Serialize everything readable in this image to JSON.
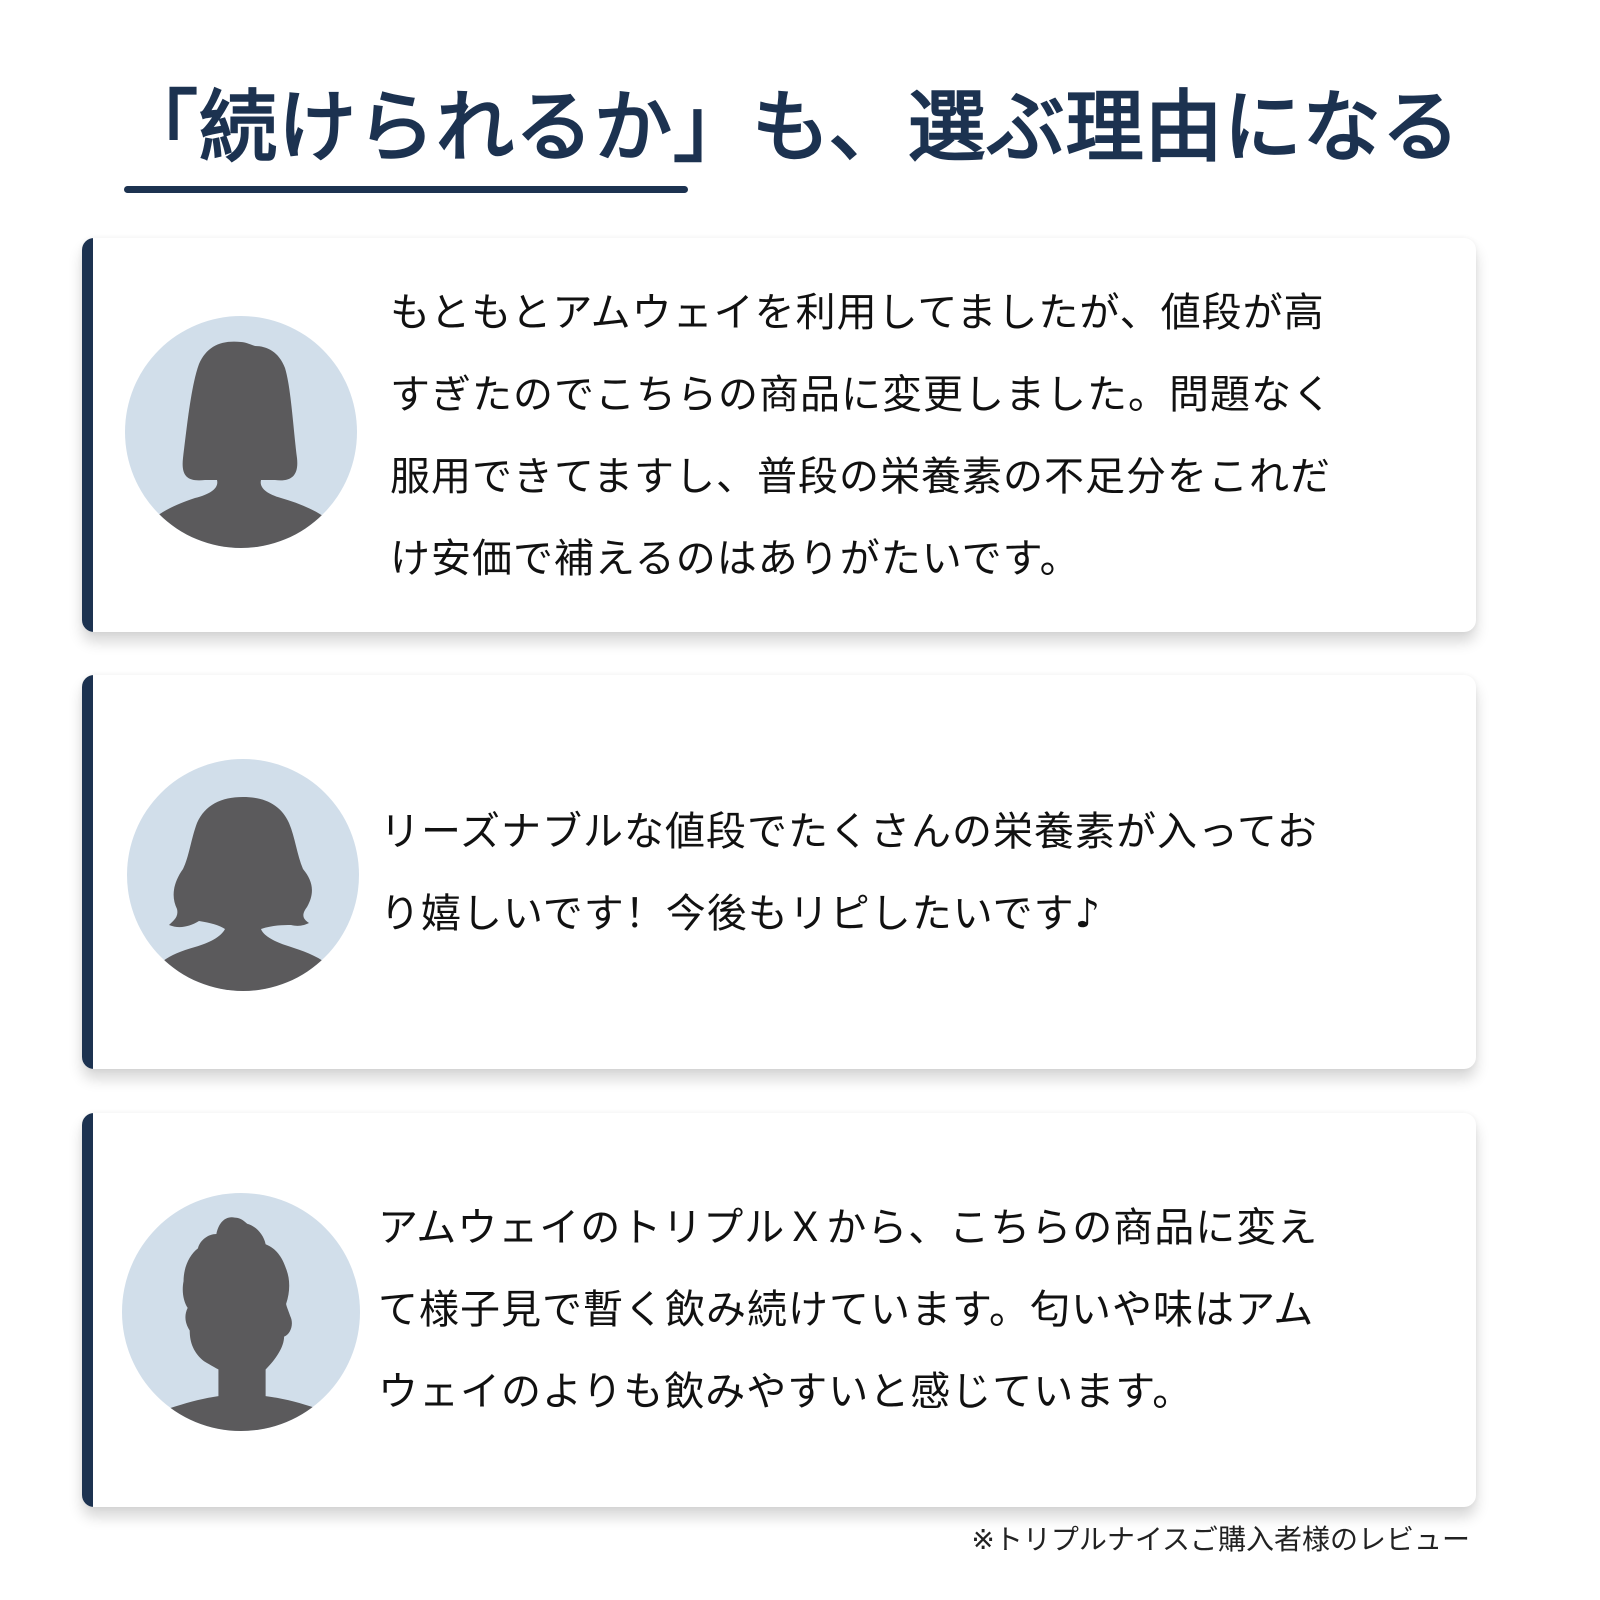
{
  "header": {
    "title_highlight": "「続けられるか」",
    "title_rest": "も、選ぶ理由になる"
  },
  "colors": {
    "accent": "#1c3250",
    "avatar_bg": "#d1deea",
    "silhouette": "#5b5a5c"
  },
  "reviews": [
    {
      "avatar_icon": "female-short-hair-silhouette-icon",
      "lines": [
        "もともとアムウェイを利用してましたが、値段が高",
        "すぎたのでこちらの商品に変更しました。問題なく",
        "服用できてますし、普段の栄養素の不足分をこれだ",
        "け安価で補えるのはありがたいです。"
      ]
    },
    {
      "avatar_icon": "female-wavy-hair-silhouette-icon",
      "lines": [
        "リーズナブルな値段でたくさんの栄養素が入ってお",
        "り嬉しいです！今後もリピしたいです♪"
      ]
    },
    {
      "avatar_icon": "male-curly-hair-silhouette-icon",
      "lines": [
        "アムウェイのトリプルＸから、こちらの商品に変え",
        "て様子見で暫く飲み続けています。匂いや味はアム",
        "ウェイのよりも飲みやすいと感じています。"
      ]
    }
  ],
  "footnote": "※トリプルナイスご購入者様のレビュー"
}
